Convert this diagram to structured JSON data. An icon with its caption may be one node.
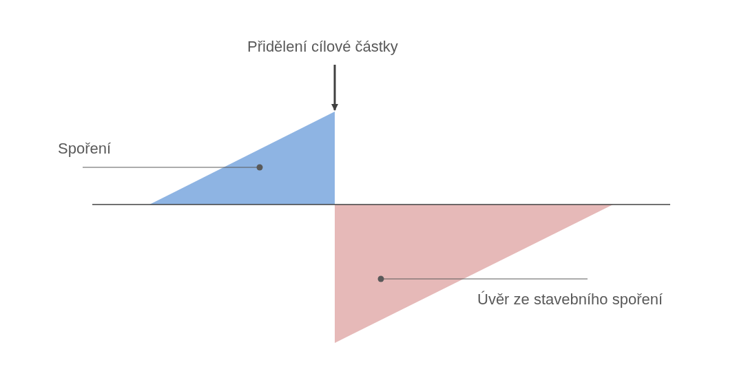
{
  "diagram": {
    "nodes": [
      {
        "text": [
          "Přidělení cílové částky"
        ]
      },
      {
        "text": [],
        "shape": "triangle"
      },
      {
        "text": [
          "Spoření"
        ]
      },
      {
        "text": [],
        "shape": "triangle"
      },
      {
        "text": [
          "Úvěr ze stavebního spoření"
        ]
      }
    ],
    "edges": [
      {
        "from": 0,
        "to": 1,
        "arrow": "to",
        "style": "thick",
        "color": "#404040"
      },
      {
        "from": 2,
        "to": 1,
        "arrow": "other"
      },
      {
        "from": 4,
        "to": 3,
        "arrow": "other"
      }
    ]
  }
}
